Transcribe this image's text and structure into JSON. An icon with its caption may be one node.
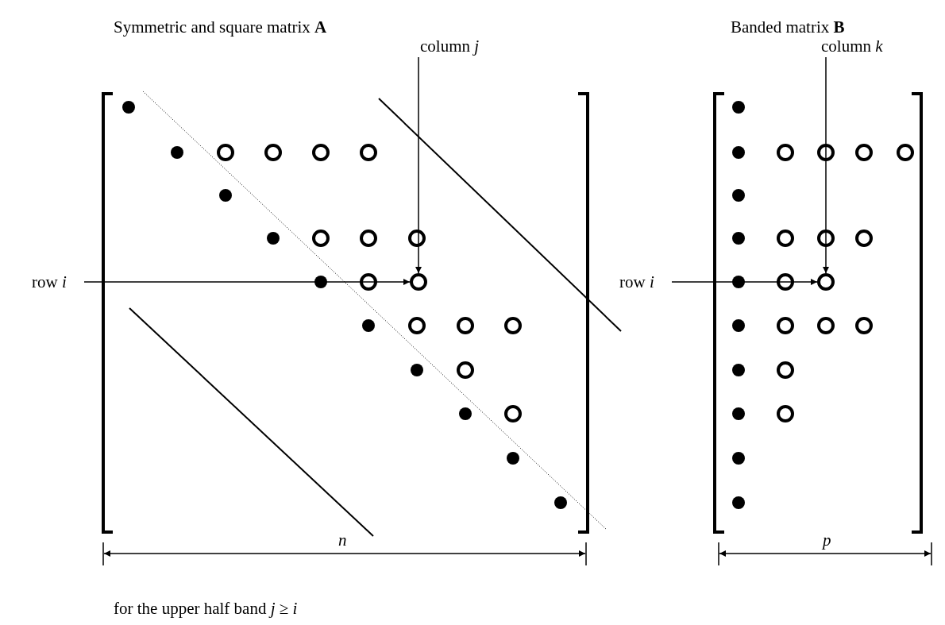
{
  "diagram": {
    "nodes": [
      {
        "text": [
          "column *j*"
        ]
      },
      {
        "text": [
          "row *i*"
        ]
      },
      {
        "text": [],
        "shape": "circle"
      },
      {
        "text": [
          "column *k*"
        ]
      },
      {
        "text": [
          "row *i*"
        ]
      },
      {
        "text": [],
        "shape": "circle"
      }
    ],
    "edges": [
      {
        "from": 0,
        "to": 2,
        "arrow": "to"
      },
      {
        "from": 1,
        "to": 2,
        "arrow": "to"
      },
      {
        "from": 3,
        "to": 5,
        "arrow": "to"
      },
      {
        "from": 4,
        "to": 5,
        "arrow": "to"
      }
    ],
    "labels": [
      "Symmetric and square matrix **A**",
      "Banded matrix **B**",
      "*n*",
      "*p*",
      "for the upper half band *j* ≥ *i*"
    ]
  }
}
